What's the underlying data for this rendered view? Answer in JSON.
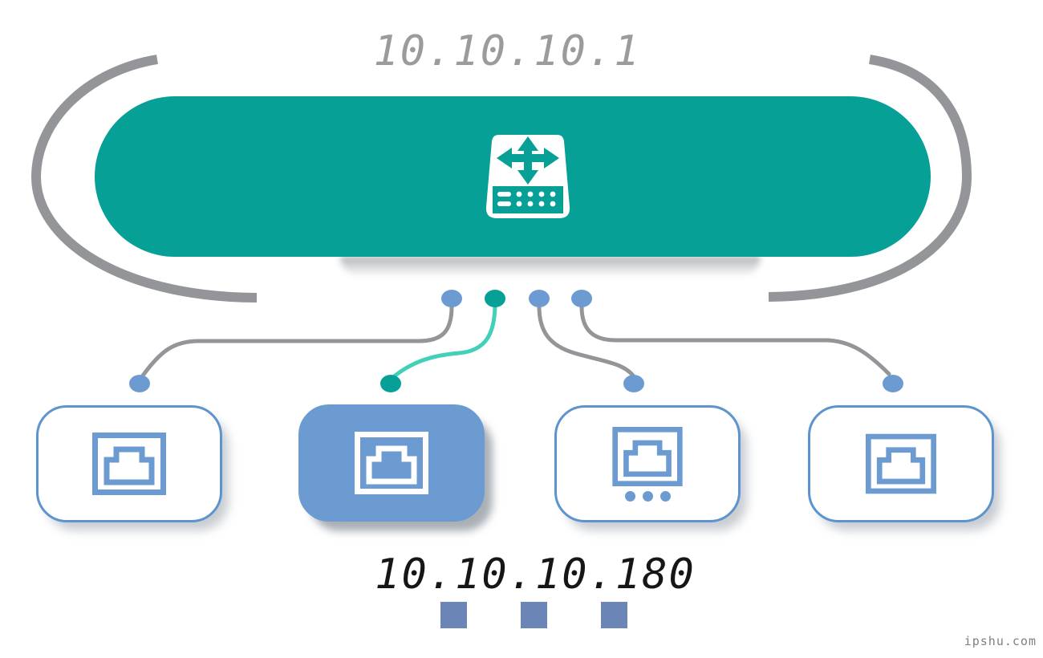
{
  "diagram": {
    "title": "IP network diagram",
    "router": {
      "ip": "10.10.10.1",
      "icon": "network-switch-icon"
    },
    "device": {
      "ip": "10.10.10.180",
      "state": "active"
    },
    "ports": [
      {
        "id": 1,
        "state": "inactive",
        "icon": "ethernet-port-icon"
      },
      {
        "id": 2,
        "state": "active",
        "icon": "ethernet-port-icon"
      },
      {
        "id": 3,
        "state": "inactive",
        "icon": "ethernet-port-icon",
        "ellipsis": "more-devices"
      },
      {
        "id": 4,
        "state": "inactive",
        "icon": "ethernet-port-icon"
      }
    ],
    "watermark": "ipshu.com",
    "colors": {
      "teal": "#07a096",
      "mint_link": "#43d0b9",
      "blue": "#6c9bd1",
      "blue_border": "#5d94ce",
      "muted_blue_square": "#6b86b6",
      "gray_line": "#939598",
      "title_gray": "#9b9b9b",
      "text_dark": "#161616",
      "white": "#ffffff"
    }
  }
}
